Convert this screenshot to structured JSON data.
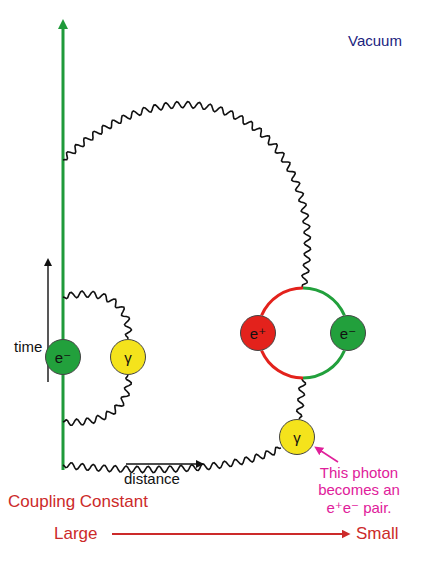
{
  "diagram": {
    "nodes": [
      {
        "text": [
          "e⁻"
        ]
      },
      {
        "text": [
          "γ"
        ]
      },
      {
        "text": [
          "e⁺"
        ]
      },
      {
        "text": [
          "e⁻"
        ]
      },
      {
        "text": [
          "γ"
        ]
      }
    ],
    "edges": [
      {
        "from": 2,
        "to": 3,
        "arrow": "none"
      },
      {
        "from": 2,
        "to": 3,
        "arrow": "none"
      }
    ],
    "labels": [
      "Vacuum",
      "time",
      "distance",
      "This photon becomes an e⁺e⁻ pair.",
      "Coupling Constant",
      "Large",
      "Small"
    ]
  }
}
